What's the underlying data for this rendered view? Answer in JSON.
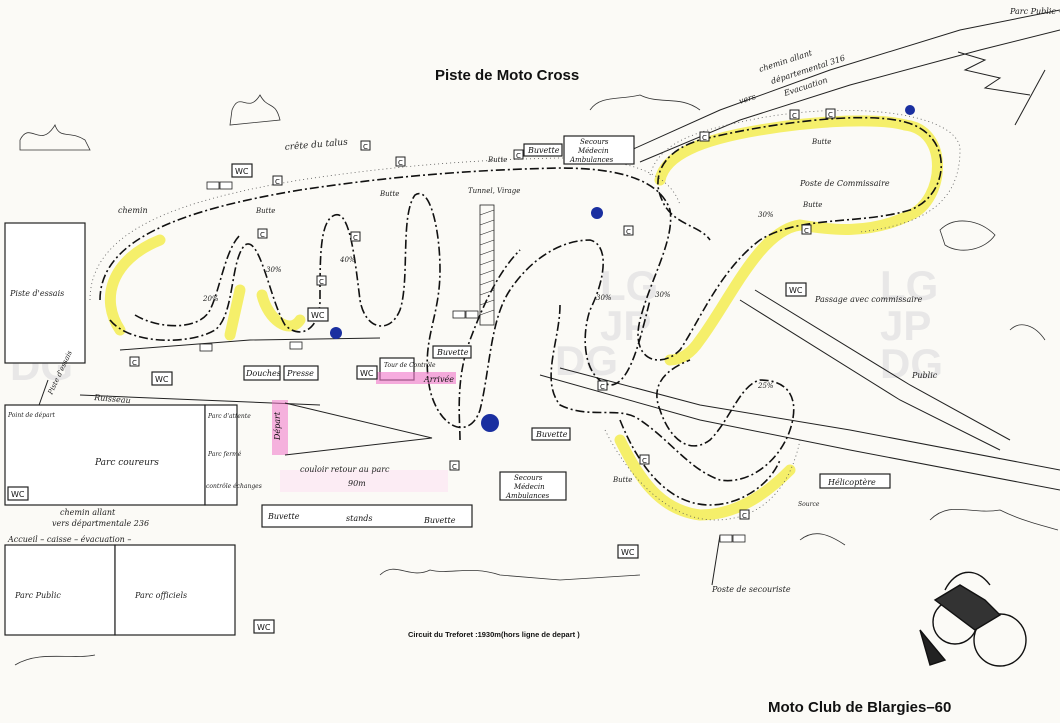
{
  "title": "Piste de Moto Cross",
  "footer_title": "Moto Club de Blargies–60",
  "circuit_note": "Circuit du Treforet :1930m(hors ligne de depart )",
  "colors": {
    "track": "#111111",
    "highlight": "#f5ef6a",
    "blue_marker": "#1a2fa0",
    "pink": "#f075c9",
    "paper": "#fbfaf6"
  },
  "labels": {
    "parc_public_caisse": "Parc Public – Caisse",
    "chemin_allant_top": "chemin allant",
    "dept_316": "départemental 316",
    "evacuation": "Evacuation",
    "vers": "vers",
    "crete": "crête  du  talus",
    "chemin_left": "chemin",
    "butte": "Butte",
    "tunnel": "Tunnel, Virage",
    "buvette": "Buvette",
    "secours_top": "Secours",
    "medecin_top": "Médecin",
    "ambulances_top": "Ambulances",
    "poste_commissaire": "Poste de Commissaire",
    "passage_commissaire": "Passage avec commissaire",
    "public": "Public",
    "piste_essais": "Piste d'essais",
    "douches": "Douches",
    "presse": "Presse",
    "tour_controle": "Tour de Contrôle",
    "arrivee": "Arrivée",
    "depart": "Départ",
    "ruisseau": "Ruisseau",
    "piste_essais_arrow": "Piste d'essais",
    "point_depart": "Point de départ",
    "parc_coureurs": "Parc coureurs",
    "parc_attente": "Parc d'attente",
    "parc_ferme": "Parc fermé",
    "controle_echanges": "contrôle échanges",
    "couloir": "couloir  retour  au  parc",
    "distance_90": "90m",
    "secours_mid": "Secours",
    "medecin_mid": "Médecin",
    "ambulances_mid": "Ambulances",
    "buvette_stands": "Buvette",
    "stands": "stands",
    "buvette_stands2": "Buvette",
    "chemin_allant_bottom": "chemin  allant",
    "vers_dept_236": "vers   départmentale   236",
    "accueil": "Accueil  –  caisse  –  évacuation  –",
    "parc_public": "Parc Public",
    "parc_officiels": "Parc officiels",
    "helicoptere": "Hélicoptère",
    "source": "Source",
    "poste_secouriste": "Poste de secouriste",
    "wc": "WC",
    "c": "C",
    "pct_20": "20%",
    "pct_30": "30%",
    "pct_40": "40%",
    "pct_25": "25%",
    "watermark_lg": "LG",
    "watermark_jp": "JP",
    "watermark_dg": "DG"
  }
}
